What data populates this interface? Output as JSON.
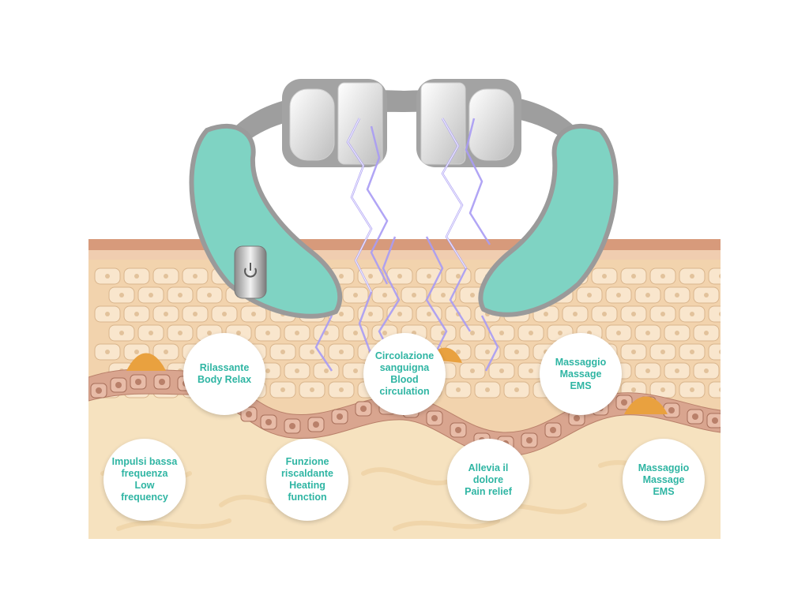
{
  "colors": {
    "accent_text": "#2fb5a3",
    "device_body": "#7fd3c3",
    "device_band": "#9a9a9a",
    "skin_top": "#f3d9b5",
    "skin_bottom": "#f6e2bf",
    "fat_accent": "#e9a13f",
    "cell_layer": "#d9a58f"
  },
  "device": {
    "power_icon": "power-icon"
  },
  "features": [
    {
      "lines": [
        "Rilassante",
        "Body Relax"
      ]
    },
    {
      "lines": [
        "Circolazione",
        "sanguigna",
        "Blood",
        "circulation"
      ]
    },
    {
      "lines": [
        "Massaggio",
        "Massage",
        "EMS"
      ]
    },
    {
      "lines": [
        "Impulsi bassa",
        "frequenza",
        "Low",
        "frequency"
      ]
    },
    {
      "lines": [
        "Funzione",
        "riscaldante",
        "Heating",
        "function"
      ]
    },
    {
      "lines": [
        "Allevia il",
        "dolore",
        "Pain relief"
      ]
    },
    {
      "lines": [
        "Massaggio",
        "Massage",
        "EMS"
      ]
    }
  ]
}
